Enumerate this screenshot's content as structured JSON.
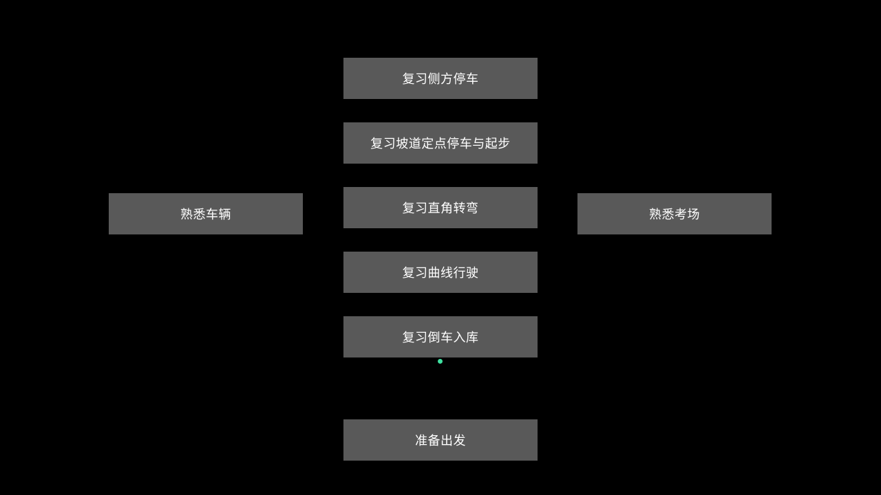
{
  "colors": {
    "background": "#000000",
    "button_bg": "#595959",
    "button_text": "#ffffff",
    "cursor_dot": "#3fe0a0"
  },
  "menu": {
    "center": [
      {
        "label": "复习侧方停车"
      },
      {
        "label": "复习坡道定点停车与起步"
      },
      {
        "label": "复习直角转弯"
      },
      {
        "label": "复习曲线行驶"
      },
      {
        "label": "复习倒车入库"
      }
    ],
    "left": {
      "label": "熟悉车辆"
    },
    "right": {
      "label": "熟悉考场"
    },
    "start": {
      "label": "准备出发"
    }
  }
}
